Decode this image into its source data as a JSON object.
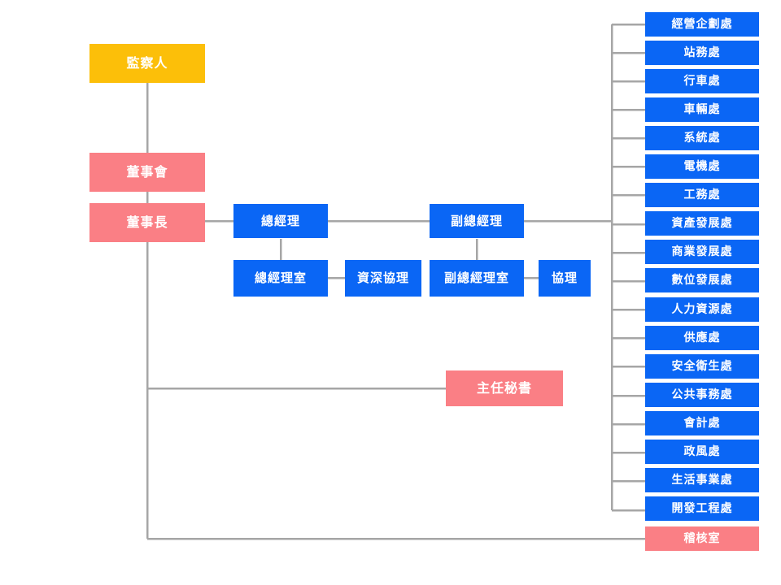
{
  "diagram": {
    "title": "",
    "colors": {
      "blue": "#0a66f5",
      "pink": "#fa7f85",
      "yellow": "#fcbf09",
      "line": "#a6a6a6",
      "background": "#ffffff",
      "text": "#ffffff"
    }
  },
  "governance": {
    "supervisor": {
      "label": "監察人",
      "color": "yellow"
    },
    "board": {
      "label": "董事會",
      "color": "pink"
    },
    "chairman": {
      "label": "董事長",
      "color": "pink"
    }
  },
  "management": {
    "general_manager": {
      "label": "總經理",
      "color": "blue"
    },
    "general_manager_office": {
      "label": "總經理室",
      "color": "blue"
    },
    "senior_associate": {
      "label": "資深協理",
      "color": "blue"
    },
    "deputy_general_manager": {
      "label": "副總經理",
      "color": "blue"
    },
    "deputy_general_manager_office": {
      "label": "副總經理室",
      "color": "blue"
    },
    "associate": {
      "label": "協理",
      "color": "blue"
    },
    "chief_secretary": {
      "label": "主任秘書",
      "color": "pink"
    }
  },
  "departments": [
    {
      "label": "經營企劃處",
      "color": "blue"
    },
    {
      "label": "站務處",
      "color": "blue"
    },
    {
      "label": "行車處",
      "color": "blue"
    },
    {
      "label": "車輛處",
      "color": "blue"
    },
    {
      "label": "系統處",
      "color": "blue"
    },
    {
      "label": "電機處",
      "color": "blue"
    },
    {
      "label": "工務處",
      "color": "blue"
    },
    {
      "label": "資產發展處",
      "color": "blue"
    },
    {
      "label": "商業發展處",
      "color": "blue"
    },
    {
      "label": "數位發展處",
      "color": "blue"
    },
    {
      "label": "人力資源處",
      "color": "blue"
    },
    {
      "label": "供應處",
      "color": "blue"
    },
    {
      "label": "安全衛生處",
      "color": "blue"
    },
    {
      "label": "公共事務處",
      "color": "blue"
    },
    {
      "label": "會計處",
      "color": "blue"
    },
    {
      "label": "政風處",
      "color": "blue"
    },
    {
      "label": "生活事業處",
      "color": "blue"
    },
    {
      "label": "開發工程處",
      "color": "blue"
    }
  ],
  "audit": {
    "label": "稽核室",
    "color": "pink"
  }
}
